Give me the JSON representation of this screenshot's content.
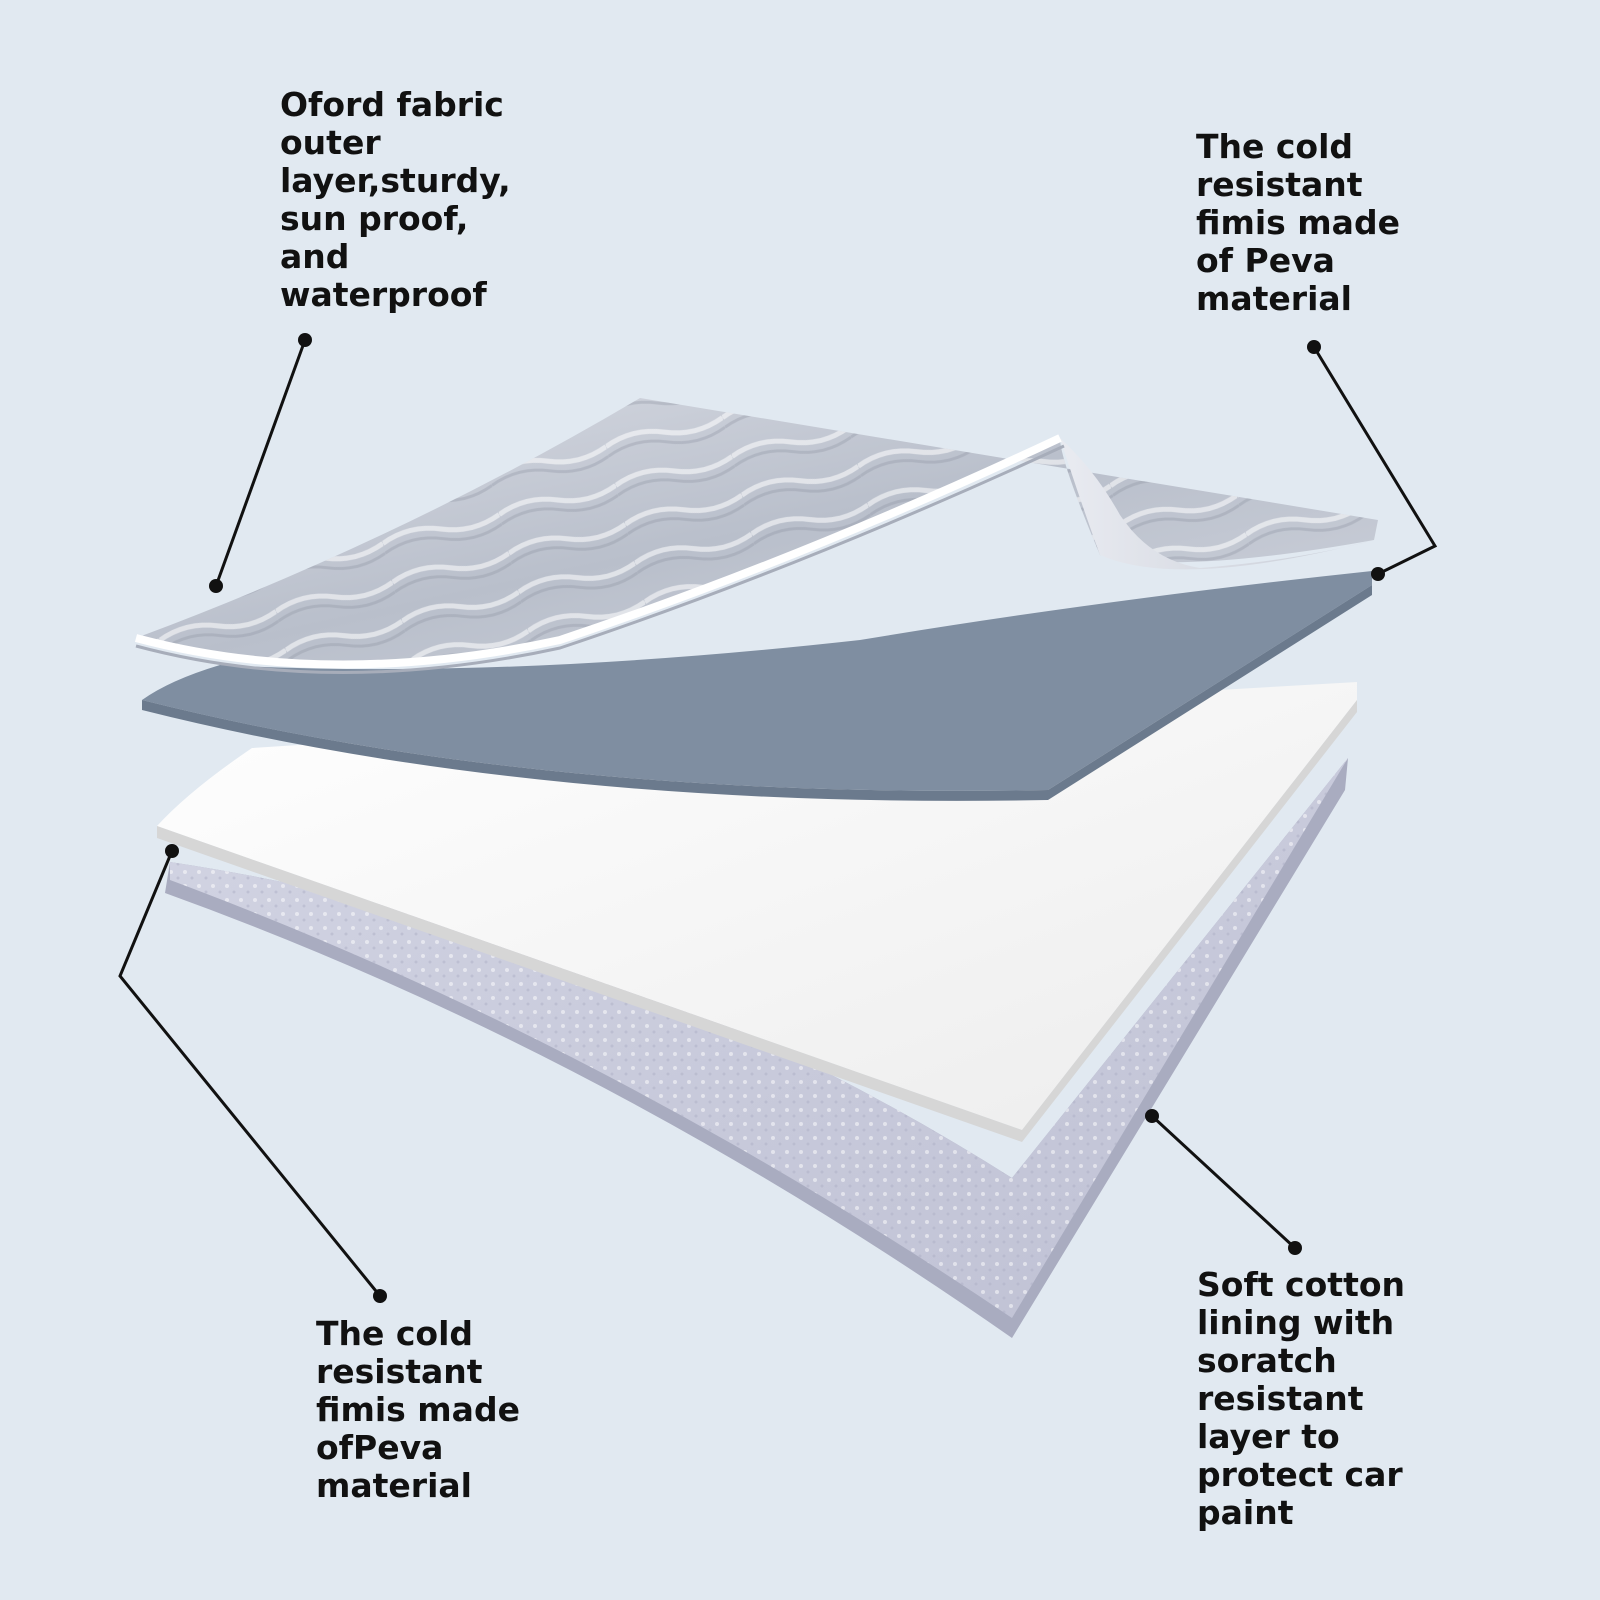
{
  "labels": {
    "oxford": "Oford fabric\nouter\nlayer,sturdy,\nsun proof,\nand\nwaterproof",
    "peva_top": "The cold\nresistant\nfimis made\nof Peva\nmaterial",
    "peva_bottom": "The cold\nresistant\nfimis made\nofPeva\nmaterial",
    "cotton": "Soft cotton\nlining with\nsoratch\nresistant\nlayer to\nprotect car\npaint"
  },
  "colors": {
    "background": "#e1e9f1",
    "foil_layer": "#c3c8d2",
    "peva_layer": "#7f8ea1",
    "white_layer": "#f4f4f4",
    "cotton_layer": "#c7c9da",
    "text": "#111111"
  }
}
